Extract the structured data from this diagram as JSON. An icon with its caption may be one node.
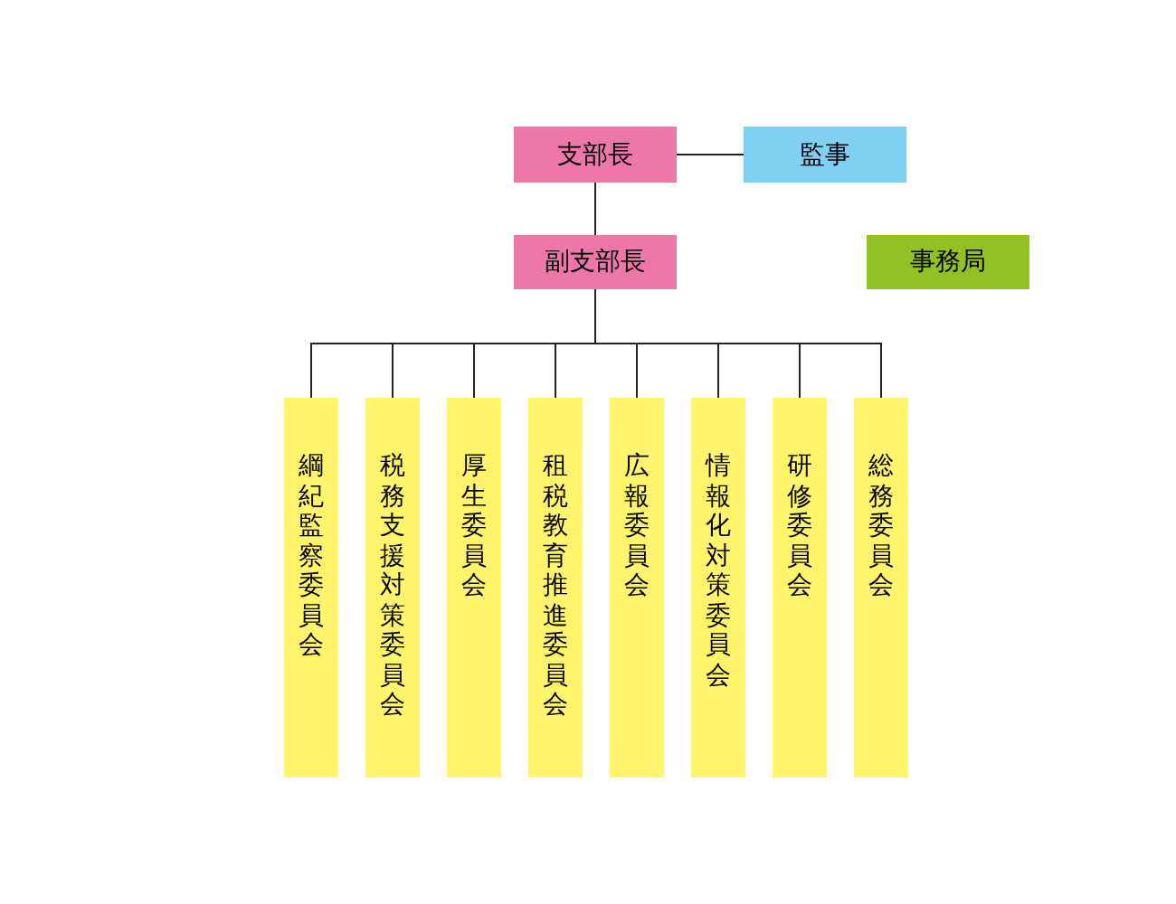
{
  "diagram": {
    "nodes": [
      {
        "text": [
          "支部長"
        ]
      },
      {
        "text": [
          "監事"
        ]
      },
      {
        "text": [
          "副支部長"
        ]
      },
      {
        "text": [
          "事務局"
        ]
      },
      {
        "text": [
          "綱紀監察委員会"
        ]
      },
      {
        "text": [
          "税務支援対策委員会"
        ]
      },
      {
        "text": [
          "厚生委員会"
        ]
      },
      {
        "text": [
          "租税教育推進委員会"
        ]
      },
      {
        "text": [
          "広報委員会"
        ]
      },
      {
        "text": [
          "情報化対策委員会"
        ]
      },
      {
        "text": [
          "研修委員会"
        ]
      },
      {
        "text": [
          "総務委員会"
        ]
      }
    ],
    "edges": [
      {
        "from": 0,
        "to": 1,
        "arrow": "none"
      },
      {
        "from": 0,
        "to": 2,
        "arrow": "none"
      },
      {
        "from": 2,
        "to": 4,
        "arrow": "none"
      },
      {
        "from": 2,
        "to": 5,
        "arrow": "none"
      },
      {
        "from": 2,
        "to": 6,
        "arrow": "none"
      },
      {
        "from": 2,
        "to": 7,
        "arrow": "none"
      },
      {
        "from": 2,
        "to": 8,
        "arrow": "none"
      },
      {
        "from": 2,
        "to": 9,
        "arrow": "none"
      },
      {
        "from": 2,
        "to": 10,
        "arrow": "none"
      },
      {
        "from": 2,
        "to": 11,
        "arrow": "none"
      }
    ]
  }
}
